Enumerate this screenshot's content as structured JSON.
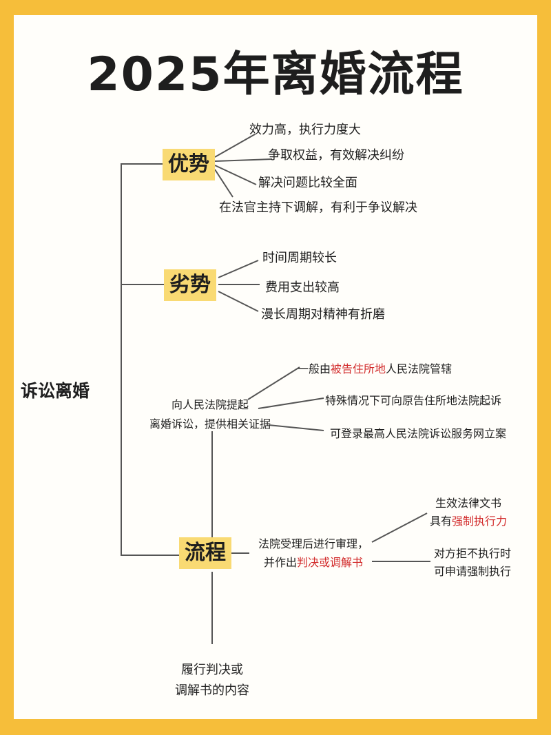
{
  "title": "2025年离婚流程",
  "root": "诉讼离婚",
  "branches": {
    "advantages": {
      "label": "优势",
      "items": [
        "效力高，执行力度大",
        "争取权益，有效解决纠纷",
        "解决问题比较全面",
        "在法官主持下调解，有利于争议解决"
      ]
    },
    "disadvantages": {
      "label": "劣势",
      "items": [
        "时间周期较长",
        "费用支出较高",
        "漫长周期对精神有折磨"
      ]
    },
    "process": {
      "label": "流程",
      "step1": {
        "line1": "向人民法院提起",
        "line2": "离婚诉讼，提供相关证据",
        "notes": {
          "n1_pre": "一般由",
          "n1_red": "被告住所地",
          "n1_post": "人民法院管辖",
          "n2": "特殊情况下可向原告住所地法院起诉",
          "n3": "可登录最高人民法院诉讼服务网立案"
        }
      },
      "step2": {
        "line1": "法院受理后进行审理，",
        "line2_pre": "并作出",
        "line2_red": "判决或调解书",
        "effect_line1": "生效法律文书",
        "effect_line2_pre": "具有",
        "effect_line2_red": "强制执行力",
        "refuse_line1": "对方拒不执行时",
        "refuse_line2": "可申请强制执行"
      },
      "step3": {
        "line1": "履行判决或",
        "line2": "调解书的内容"
      }
    }
  },
  "colors": {
    "background": "#F6BE3A",
    "highlight": "#F9DA73",
    "emphasis": "#D22A2A",
    "line": "#555555"
  }
}
